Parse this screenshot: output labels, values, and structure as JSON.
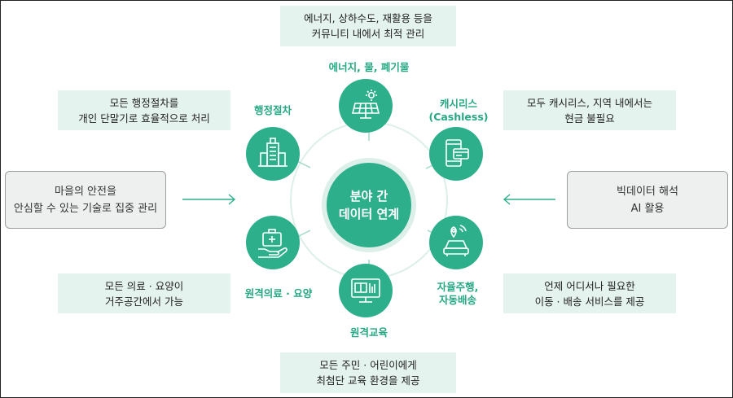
{
  "center": {
    "line1": "분야 간",
    "line2": "데이터 연계"
  },
  "nodes": {
    "energy": {
      "label": "에너지, 물, 폐기물",
      "icon": "solar-panel-icon"
    },
    "admin": {
      "label": "행정절차",
      "icon": "building-icon"
    },
    "cashless": {
      "label1": "캐시리스",
      "label2": "(Cashless)",
      "icon": "smartphone-card-icon"
    },
    "medical": {
      "label": "원격의료 · 요양",
      "icon": "medical-kit-hand-icon"
    },
    "driving": {
      "label1": "자율주행,",
      "label2": "자동배송",
      "icon": "autonomous-car-icon"
    },
    "education": {
      "label": "원격교육",
      "icon": "monitor-book-icon"
    }
  },
  "boxes": {
    "top": {
      "line1": "에너지, 상하수도, 재활용 등을",
      "line2": "커뮤니티 내에서 최적 관리"
    },
    "upper_left": {
      "line1": "모든 행정절차를",
      "line2": "개인 단말기로 효율적으로 처리"
    },
    "upper_right": {
      "line1": "모두 캐시리스, 지역 내에서는",
      "line2": "현금 불필요"
    },
    "left": {
      "line1": "마을의 안전을",
      "line2": "안심할 수 있는 기술로 집중 관리"
    },
    "right": {
      "line1": "빅데이터 해석",
      "line2": "AI 활용"
    },
    "lower_left": {
      "line1": "모든 의료 · 요양이",
      "line2": "거주공간에서 가능"
    },
    "lower_right": {
      "line1": "언제 어디서나 필요한",
      "line2": "이동 · 배송 서비스를 제공"
    },
    "bottom": {
      "line1": "모든 주민 · 어린이에게",
      "line2": "최첨단 교육 환경을 제공"
    }
  },
  "colors": {
    "accent": "#2eaf8c",
    "box_green": "#e5f3ee",
    "box_gray": "#eef0f0"
  }
}
